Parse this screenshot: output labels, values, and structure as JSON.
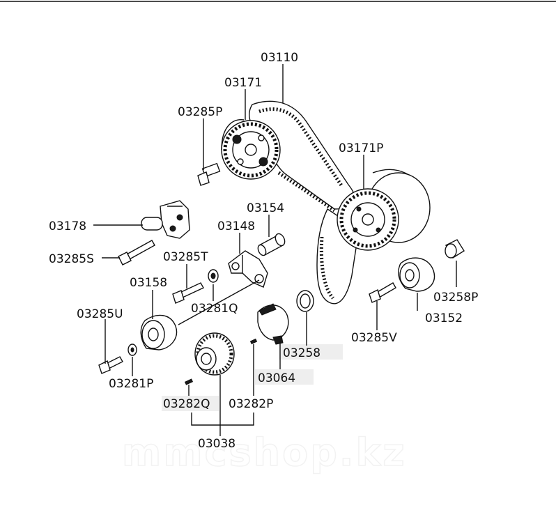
{
  "labels": {
    "p03110": "03110",
    "p03171": "03171",
    "p03285P": "03285P",
    "p03171P": "03171P",
    "p03154": "03154",
    "p03178": "03178",
    "p03148": "03148",
    "p03285S": "03285S",
    "p03285T": "03285T",
    "p03158": "03158",
    "p03281Q": "03281Q",
    "p03258P": "03258P",
    "p03152": "03152",
    "p03285U": "03285U",
    "p03285V": "03285V",
    "p03258": "03258",
    "p03281P": "03281P",
    "p03064": "03064",
    "p03282Q": "03282Q",
    "p03282P": "03282P",
    "p03038": "03038"
  },
  "watermark": "mmcshop.kz",
  "colors": {
    "line": "#111111",
    "label_highlight": "#eeeeee",
    "background": "#ffffff"
  }
}
